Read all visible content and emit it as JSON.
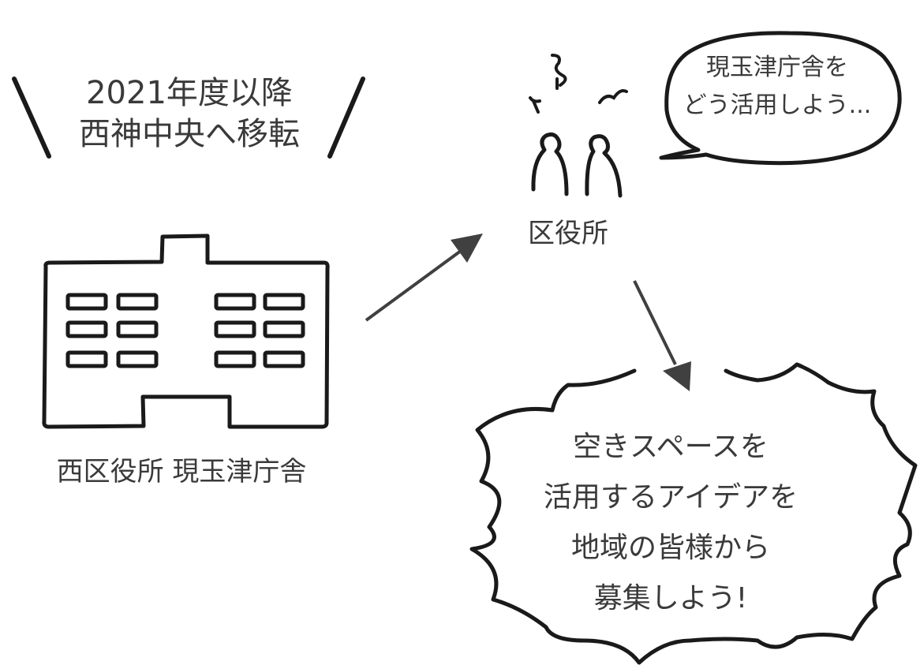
{
  "headline": {
    "line1": "2021年度以降",
    "line2": "西神中央へ移転"
  },
  "building": {
    "icon": "office-building-icon",
    "label": "西区役所 現玉津庁舎"
  },
  "office": {
    "icon": "two-people-icon",
    "label": "区役所"
  },
  "speech_bubble": {
    "line1": "現玉津庁舎を",
    "line2": "どう活用しよう..."
  },
  "burst": {
    "line1": "空きスペースを",
    "line2": "活用するアイデアを",
    "line3": "地域の皆様から",
    "line4": "募集しよう!"
  },
  "colors": {
    "ink": "#1a1a1a",
    "text": "#3a3a3a",
    "arrow": "#404040"
  }
}
